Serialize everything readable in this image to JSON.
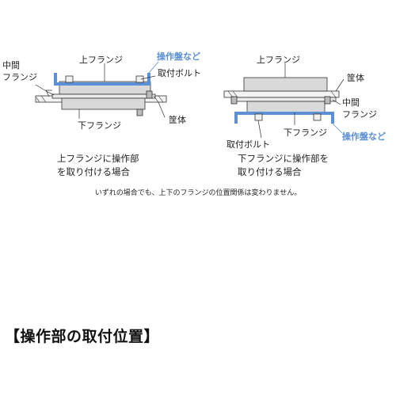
{
  "colors": {
    "accent": "#5b8fd6",
    "flange_fill": "#d9d9d9",
    "line": "#333333"
  },
  "left": {
    "labels": {
      "mid_flange_line1": "中間",
      "mid_flange_line2": "フランジ",
      "upper_flange": "上フランジ",
      "panel": "操作盤など",
      "bolt": "取付ボルト",
      "lower_flange": "下フランジ",
      "housing": "筐体"
    },
    "caption_line1": "上フランジに操作部",
    "caption_line2": "を取り付ける場合"
  },
  "right": {
    "labels": {
      "upper_flange": "上フランジ",
      "housing": "筐体",
      "mid_flange_line1": "中間",
      "mid_flange_line2": "フランジ",
      "panel": "操作盤など",
      "bolt": "取付ボルト",
      "lower_flange": "下フランジ"
    },
    "caption_line1": "下フランジに操作部を",
    "caption_line2": "取り付ける場合"
  },
  "note": "いずれの場合でも、上下のフランジの位置関係は変わりません。",
  "section_title": "【操作部の取付位置】"
}
